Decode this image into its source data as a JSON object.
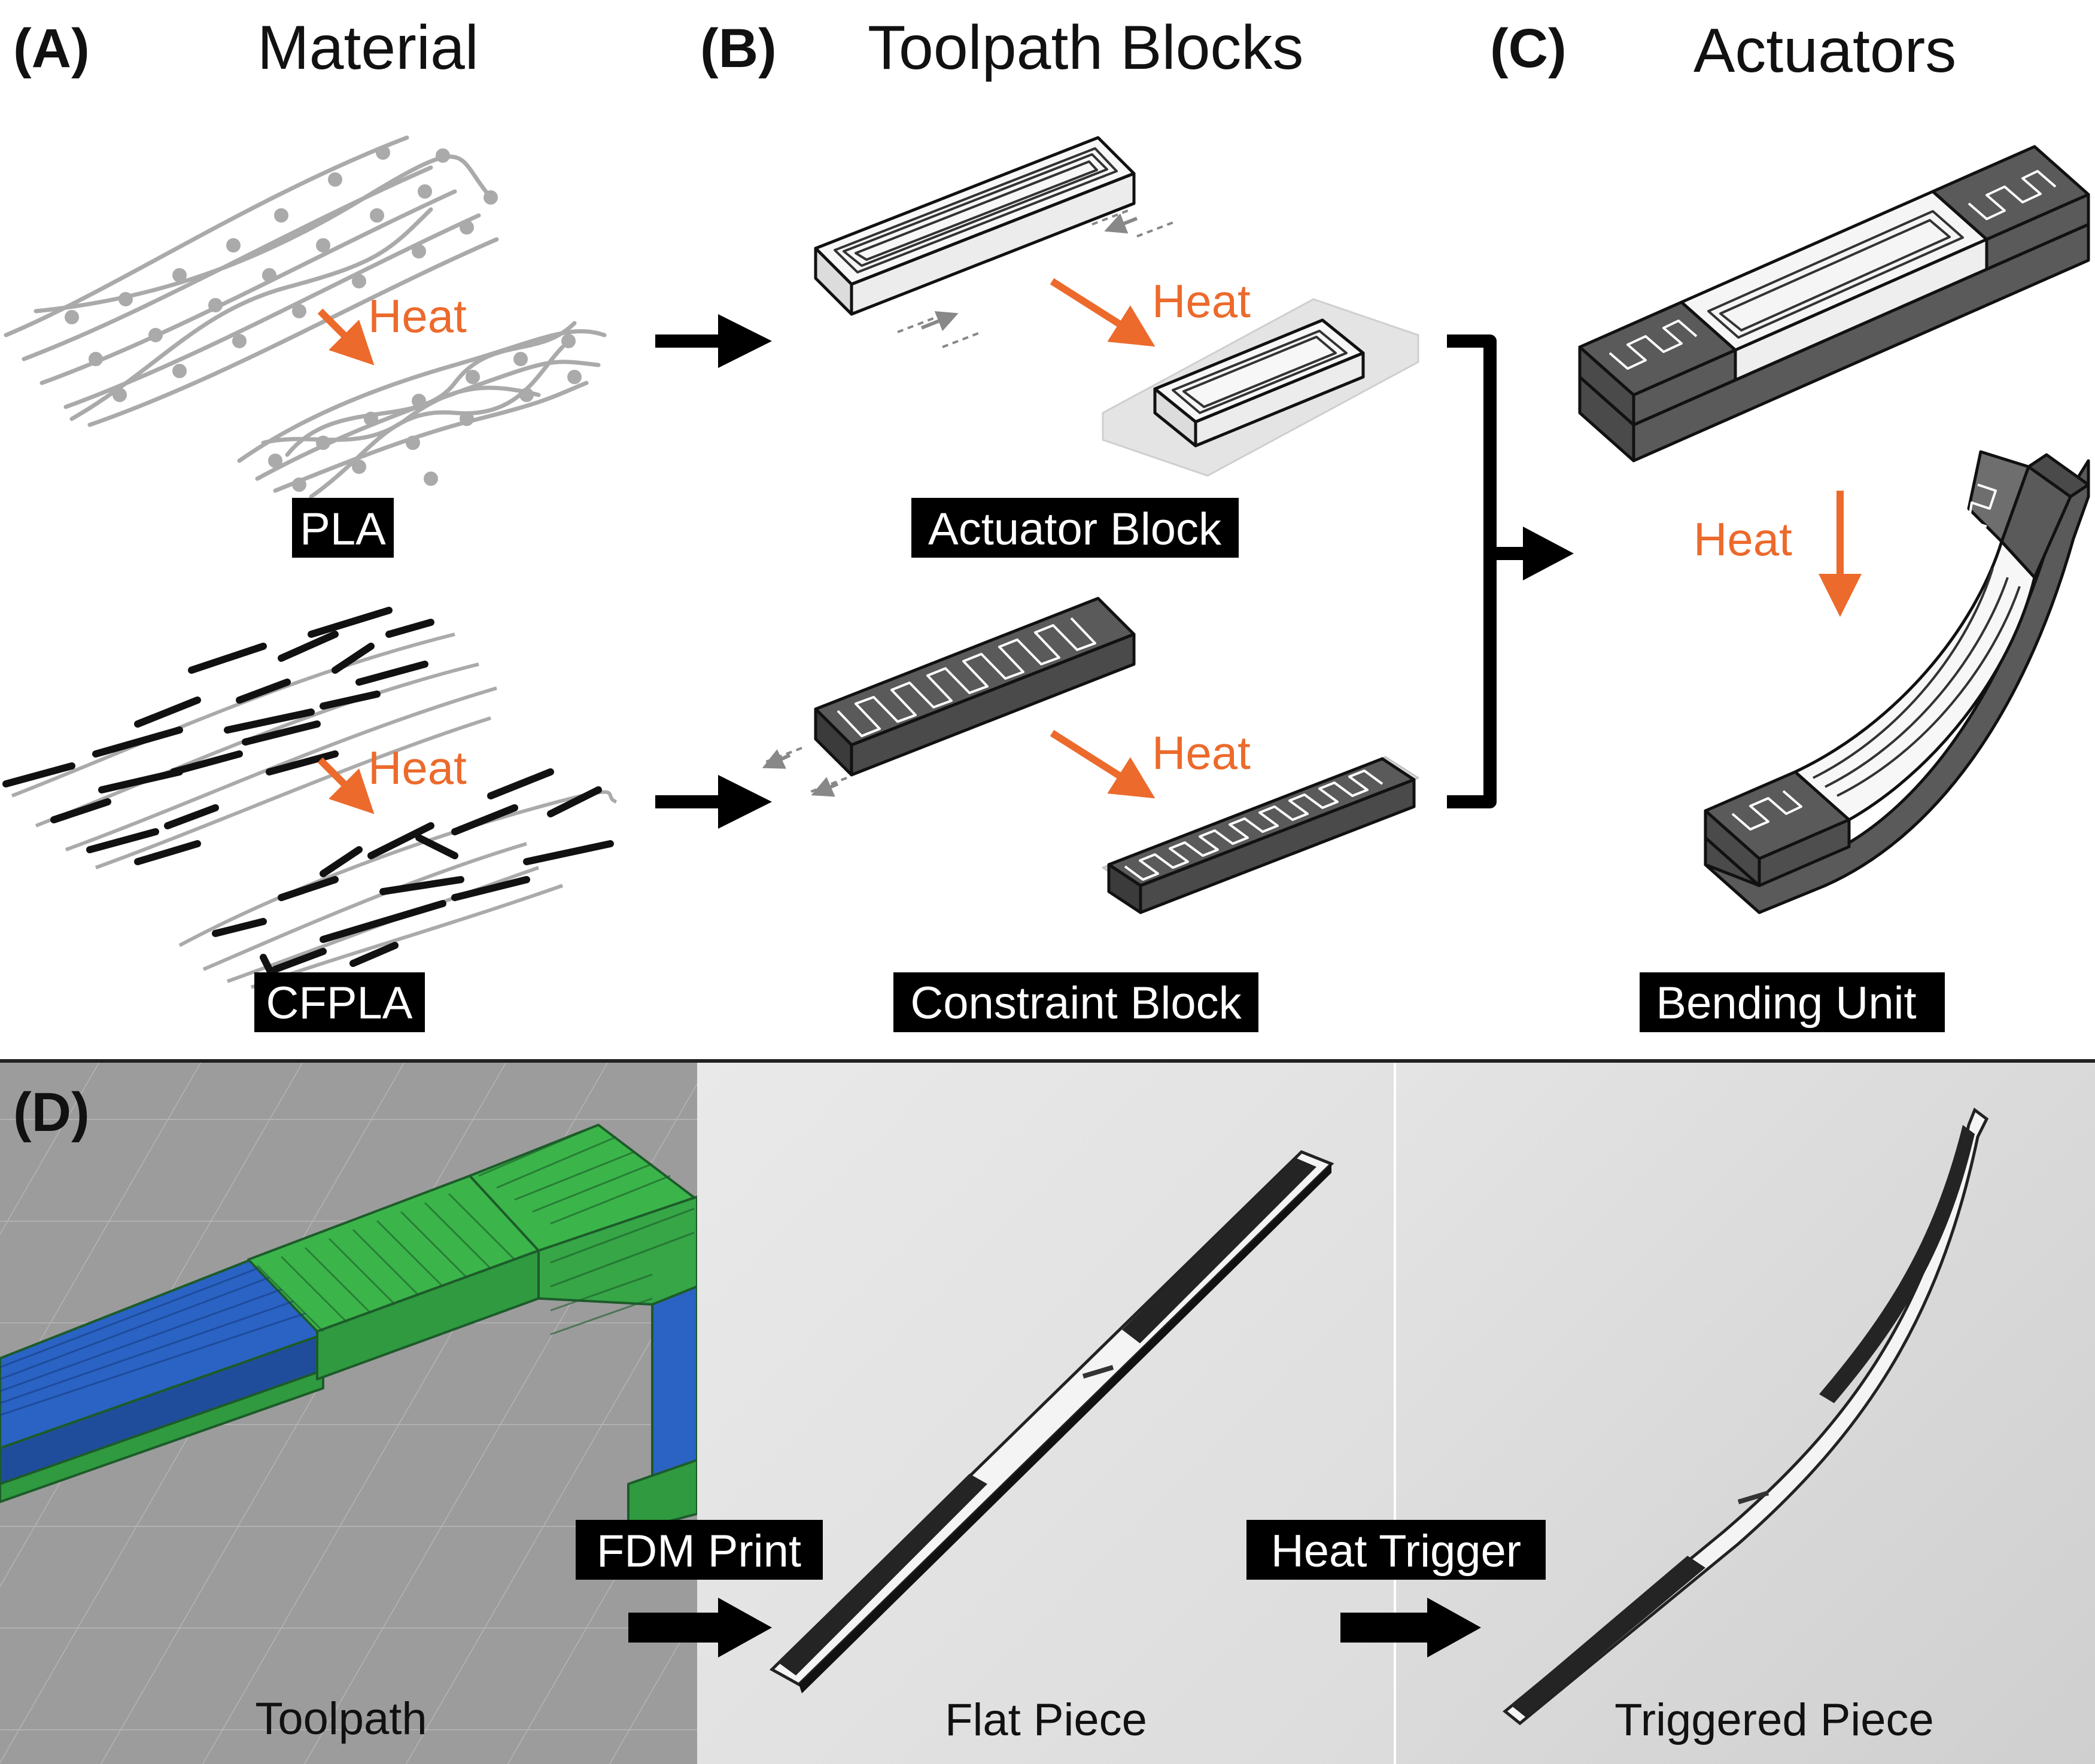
{
  "panels": {
    "a": {
      "letter": "(A)",
      "title": "Material"
    },
    "b": {
      "letter": "(B)",
      "title": "Toolpath Blocks"
    },
    "c": {
      "letter": "(C)",
      "title": "Actuators"
    },
    "d": {
      "letter": "(D)"
    }
  },
  "labels": {
    "pla": "PLA",
    "cfpla": "CFPLA",
    "actuator_block": "Actuator Block",
    "constraint_block": "Constraint Block",
    "bending_unit": "Bending Unit",
    "fdm_print": "FDM Print",
    "heat_trigger": "Heat Trigger"
  },
  "heat": {
    "a_top": "Heat",
    "a_bottom": "Heat",
    "b_top": "Heat",
    "b_bottom": "Heat",
    "c": "Heat"
  },
  "captions": {
    "toolpath": "Toolpath",
    "flat_piece": "Flat Piece",
    "triggered_piece": "Triggered Piece"
  },
  "colors": {
    "heat_orange": "#ec6a2c",
    "fiber_gray": "#aaaaaa",
    "carbon_black": "#111111",
    "block_dark": "#5a5a5a",
    "toolpath_green": "#3bb54a",
    "toolpath_blue": "#2a63c4",
    "slicer_bg": "#9c9c9c"
  }
}
